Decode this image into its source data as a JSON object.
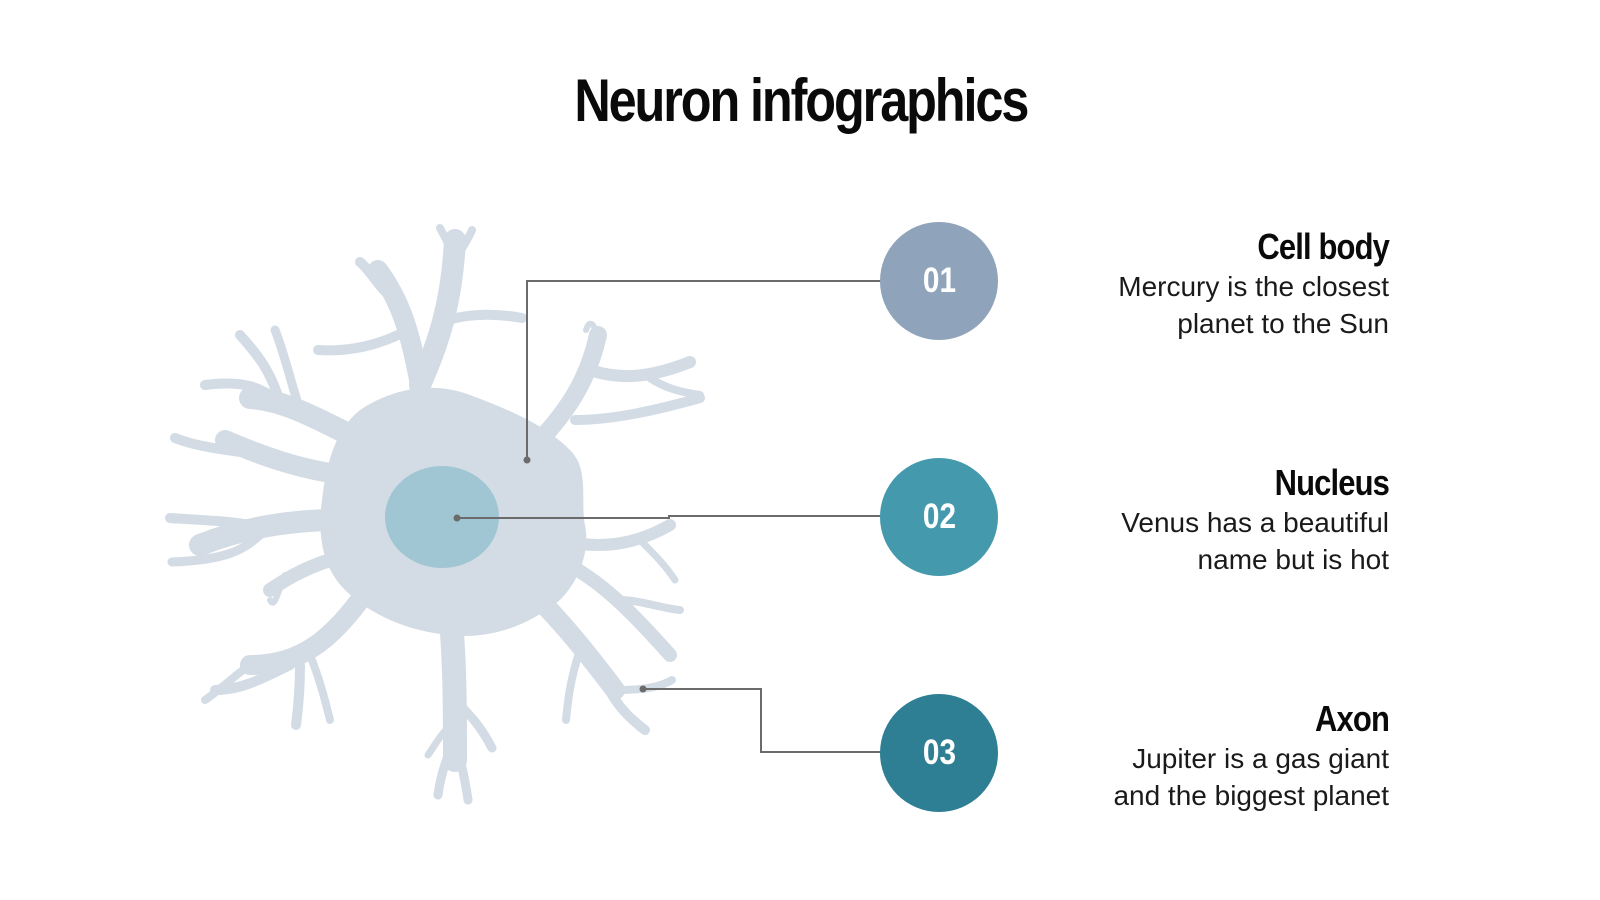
{
  "title": "Neuron infographics",
  "colors": {
    "neuron_body": "#d3dce5",
    "nucleus": "#a0c6d3",
    "badge_1": "#8fa3ba",
    "badge_2": "#4499ad",
    "badge_3": "#2e7f93",
    "connector": "#6b6b6b"
  },
  "items": [
    {
      "number": "01",
      "title": "Cell body",
      "desc_line1": "Mercury is the closest",
      "desc_line2": "planet to the Sun"
    },
    {
      "number": "02",
      "title": "Nucleus",
      "desc_line1": "Venus has a beautiful",
      "desc_line2": "name but is hot"
    },
    {
      "number": "03",
      "title": "Axon",
      "desc_line1": "Jupiter is a gas giant",
      "desc_line2": "and the biggest planet"
    }
  ]
}
